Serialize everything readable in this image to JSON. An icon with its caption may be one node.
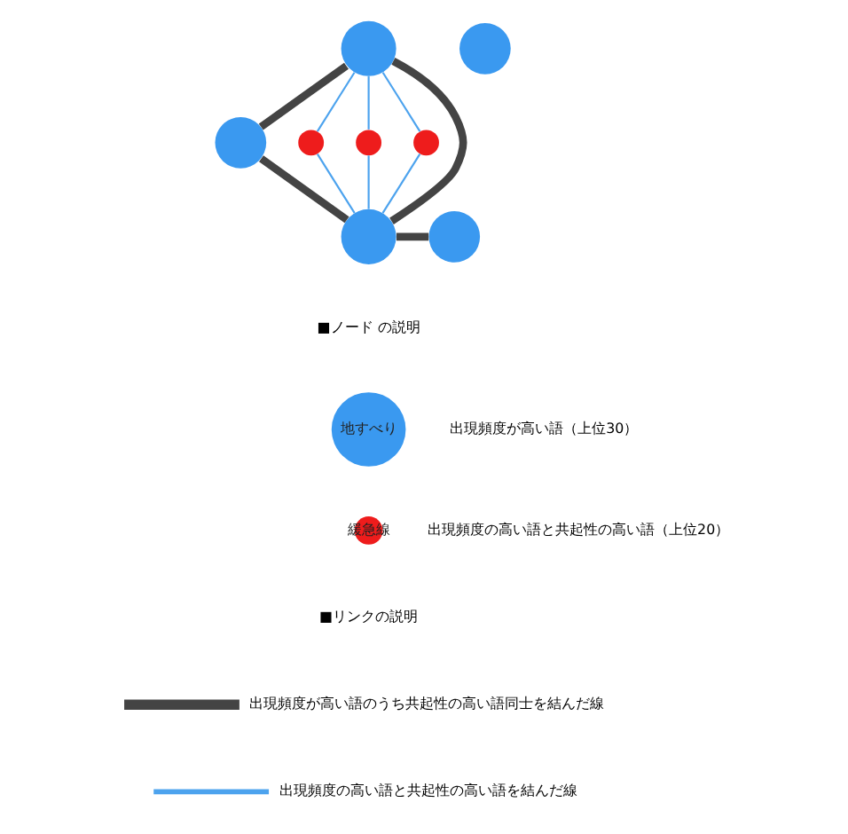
{
  "diagram": {
    "nodes": [
      {
        "text": [],
        "shape": "circle"
      },
      {
        "text": [],
        "shape": "circle"
      },
      {
        "text": [],
        "shape": "circle"
      },
      {
        "text": [],
        "shape": "circle"
      },
      {
        "text": [],
        "shape": "circle"
      },
      {
        "text": [],
        "shape": "circle"
      },
      {
        "text": [],
        "shape": "circle"
      },
      {
        "text": [],
        "shape": "circle"
      },
      {
        "text": [
          "地すべり"
        ],
        "beside": [
          "出現頻度が高い語（上位30）"
        ]
      },
      {
        "text": [
          "緩急線"
        ],
        "beside": [
          "出現頻度の高い語と共起性の高い語（上位20）"
        ]
      }
    ],
    "edges": [
      {
        "from": 0,
        "to": 2,
        "arrow": "none",
        "style": "thick",
        "color": "#444444"
      },
      {
        "from": 0,
        "to": 7,
        "arrow": "none",
        "style": "thick",
        "color": "#444444"
      },
      {
        "from": 2,
        "to": 7,
        "arrow": "none",
        "style": "thick",
        "color": "#444444"
      },
      {
        "from": 7,
        "to": 6,
        "arrow": "none",
        "style": "thick",
        "color": "#444444"
      },
      {
        "from": 0,
        "to": 3,
        "arrow": "none"
      },
      {
        "from": 3,
        "to": 7,
        "arrow": "none"
      },
      {
        "from": 0,
        "to": 4,
        "arrow": "none"
      },
      {
        "from": 4,
        "to": 7,
        "arrow": "none"
      },
      {
        "from": 0,
        "to": 5,
        "arrow": "none"
      },
      {
        "from": 5,
        "to": 7,
        "arrow": "none"
      }
    ],
    "labels": [
      "■ノード の説明",
      "■リンクの説明"
    ],
    "legend": [
      {
        "text": "出現頻度が高い語のうち共起性の高い語同士を結んだ線"
      },
      {
        "text": "出現頻度の高い語と共起性の高い語を結んだ線"
      }
    ]
  }
}
